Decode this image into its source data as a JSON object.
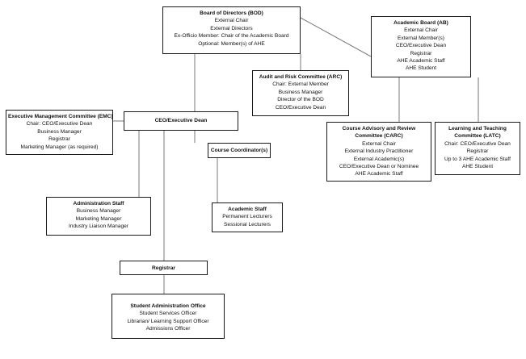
{
  "bod": {
    "title": "Board of Directors (BOD)",
    "lines": [
      "External Chair",
      "External Directors",
      "Ex-Officio Member:  Chair of the Academic Board",
      "Optional: Member(s) of AHE"
    ]
  },
  "ab": {
    "title": "Academic Board (AB)",
    "lines": [
      "External Chair",
      "External Member(s)",
      "CEO/Executive Dean",
      "Registrar",
      "AHE Academic Staff",
      "AHE Student"
    ]
  },
  "arc": {
    "title": "Audit and Risk Committee (ARC)",
    "lines": [
      "Chair: External Member",
      "Business Manager",
      "Director of the BOD",
      "CEO/Executive Dean"
    ]
  },
  "emc": {
    "title": "Executive Management Committee (EMC)",
    "lines": [
      "Chair: CEO/Executive Dean",
      "Business Manager",
      "Registrar",
      "Marketing Manager (as required)"
    ]
  },
  "ceo": {
    "title": "CEO/Executive Dean"
  },
  "cc": {
    "title": "Course Coordinator(s)"
  },
  "carc": {
    "title_lines": [
      "Course Advisory and Review",
      "Committee (CARC)"
    ],
    "lines": [
      "External Chair",
      "External Industry Practitioner",
      "External Academic(s)",
      "CEO/Executive Dean or Nominee",
      "AHE Academic Staff"
    ]
  },
  "latc": {
    "title_lines": [
      "Learning and Teaching",
      "Committee (LATC)"
    ],
    "lines": [
      "Chair: CEO/Executive Dean",
      "Registrar",
      "Up to 3 AHE Academic Staff",
      "AHE Student"
    ]
  },
  "admin": {
    "title": "Administration Staff",
    "lines": [
      "Business Manager",
      "Marketing Manager",
      "Industry Liaison Manager"
    ]
  },
  "acad": {
    "title": "Academic Staff",
    "lines": [
      "Permanent Lecturers",
      "Sessional Lecturers"
    ]
  },
  "registrar": {
    "title": "Registrar"
  },
  "sao": {
    "title": "Student Administration Office",
    "lines": [
      "Student Services Officer",
      "Librarian/ Learning Support Officer",
      "Admissions Officer"
    ]
  }
}
